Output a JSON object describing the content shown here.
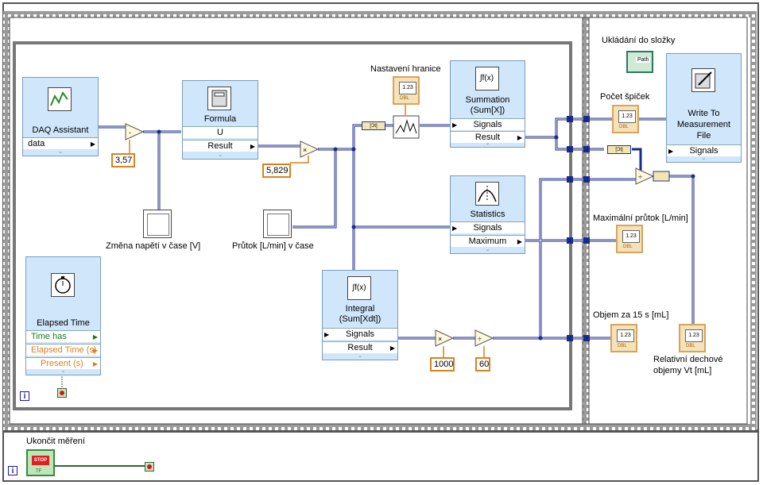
{
  "blocks": {
    "daq": {
      "title": "DAQ Assistant",
      "terminal": "data"
    },
    "formula": {
      "title": "Formula",
      "terminals": [
        "U",
        "Result"
      ]
    },
    "summation": {
      "title_line1": "Summation",
      "title_line2": "(Sum[X])",
      "terminals": [
        "Signals",
        "Result"
      ]
    },
    "statistics": {
      "title": "Statistics",
      "terminals": [
        "Signals",
        "Maximum"
      ]
    },
    "integral": {
      "title_line1": "Integral",
      "title_line2": "(Sum[Xdt])",
      "terminals": [
        "Signals",
        "Result"
      ]
    },
    "elapsed": {
      "title": "Elapsed Time",
      "terminals": [
        {
          "label": "Time has Elapsed",
          "color": "#1a7a1a"
        },
        {
          "label": "Elapsed Time (s)",
          "color": "#d9821a"
        },
        {
          "label": "Present (s)",
          "color": "#d9821a"
        }
      ]
    },
    "write": {
      "title_line1": "Write To",
      "title_line2": "Measurement",
      "title_line3": "File",
      "terminal": "Signals"
    }
  },
  "constants": {
    "c1": "3,57",
    "c2": "5,829",
    "c3": "1000",
    "c4": "60"
  },
  "labels": {
    "voltage_chart": "Změna napětí v čase [V]",
    "flow_chart": "Průtok [L/min] v čase",
    "threshold": "Nastavení hranice",
    "folder": "Ukládání do složky",
    "peaks": "Počet špiček",
    "max_flow": "Maximální průtok [L/min]",
    "volume": "Objem za 15 s [mL]",
    "relative_line1": "Relativní dechové",
    "relative_line2": "objemy Vt  [mL]",
    "stop": "Ukončit měření"
  },
  "indicator_text": {
    "value": "1.23",
    "type": "DBL",
    "path": "Path",
    "stop": "STOP",
    "tf": "TF",
    "info": "i"
  },
  "colors": {
    "wire_dynamic": "#1a2a8a",
    "wire_numeric": "#d9821a",
    "express": "#cfe6fb",
    "indicator": "#f6e2b8"
  }
}
